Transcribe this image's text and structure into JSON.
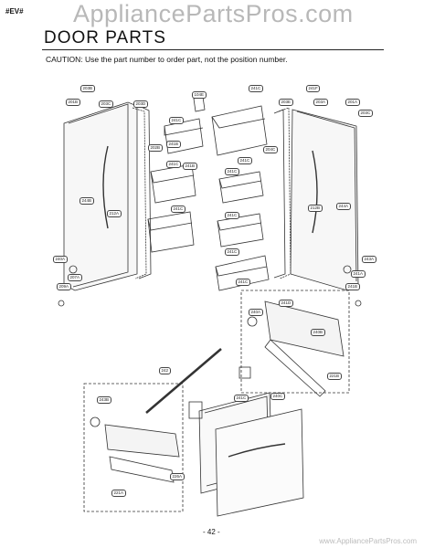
{
  "header": {
    "code": "#EV#",
    "watermark": "AppliancePartsPros.com",
    "title": "DOOR PARTS",
    "caution": "CAUTION: Use the part number to order part, not the position number."
  },
  "footer": {
    "page_number": "- 42 -",
    "site": "www.AppliancePartsPros.com"
  },
  "callouts": [
    "203B",
    "201B",
    "203C",
    "203D",
    "104E",
    "241C",
    "241F",
    "203E",
    "203A",
    "201A",
    "203C",
    "241C",
    "241B",
    "202B",
    "241C",
    "204C",
    "241C",
    "241B",
    "241C",
    "244B",
    "241C",
    "212A",
    "241C",
    "212B",
    "244A",
    "241C",
    "240A",
    "207A",
    "209A",
    "241C",
    "243A",
    "241A",
    "241B",
    "241D",
    "240A",
    "221B",
    "240B",
    "242",
    "243B",
    "241C",
    "240C",
    "226A",
    "221A"
  ]
}
